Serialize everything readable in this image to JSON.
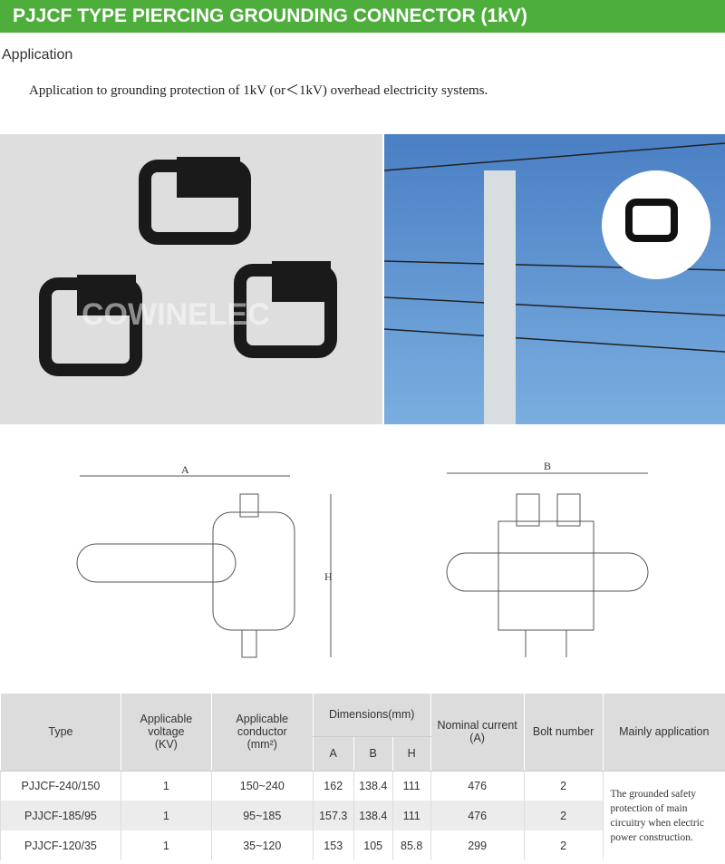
{
  "header": {
    "title": "PJJCF TYPE PIERCING GROUNDING CONNECTOR (1kV)"
  },
  "section": {
    "title": "Application",
    "text": "Application to grounding protection of 1kV (or＜1kV) overhead electricity systems."
  },
  "images": {
    "watermark": "COWINELEC"
  },
  "drawings": {
    "front_dim_a": "A",
    "front_dim_h": "H",
    "side_dim_b": "B"
  },
  "colors": {
    "header": "#4eae3c",
    "table_header": "#dcdcdc"
  },
  "table": {
    "headers": {
      "type": "Type",
      "voltage": "Applicable voltage",
      "voltage_unit": "(KV)",
      "conductor": "Applicable conductor",
      "conductor_unit": "(mm²)",
      "dimensions": "Dimensions(mm)",
      "a": "A",
      "b": "B",
      "h": "H",
      "current": "Nominal current",
      "current_unit": "(A)",
      "bolt": "Bolt number",
      "application": "Mainly application"
    },
    "rows": [
      {
        "type": "PJJCF-240/150",
        "voltage": "1",
        "conductor": "150~240",
        "a": "162",
        "b": "138.4",
        "h": "111",
        "current": "476",
        "bolt": "2"
      },
      {
        "type": "PJJCF-185/95",
        "voltage": "1",
        "conductor": "95~185",
        "a": "157.3",
        "b": "138.4",
        "h": "111",
        "current": "476",
        "bolt": "2"
      },
      {
        "type": "PJJCF-120/35",
        "voltage": "1",
        "conductor": "35~120",
        "a": "153",
        "b": "105",
        "h": "85.8",
        "current": "299",
        "bolt": "2"
      }
    ],
    "application": "The grounded safety protection of main circuitry when electric power construction."
  }
}
